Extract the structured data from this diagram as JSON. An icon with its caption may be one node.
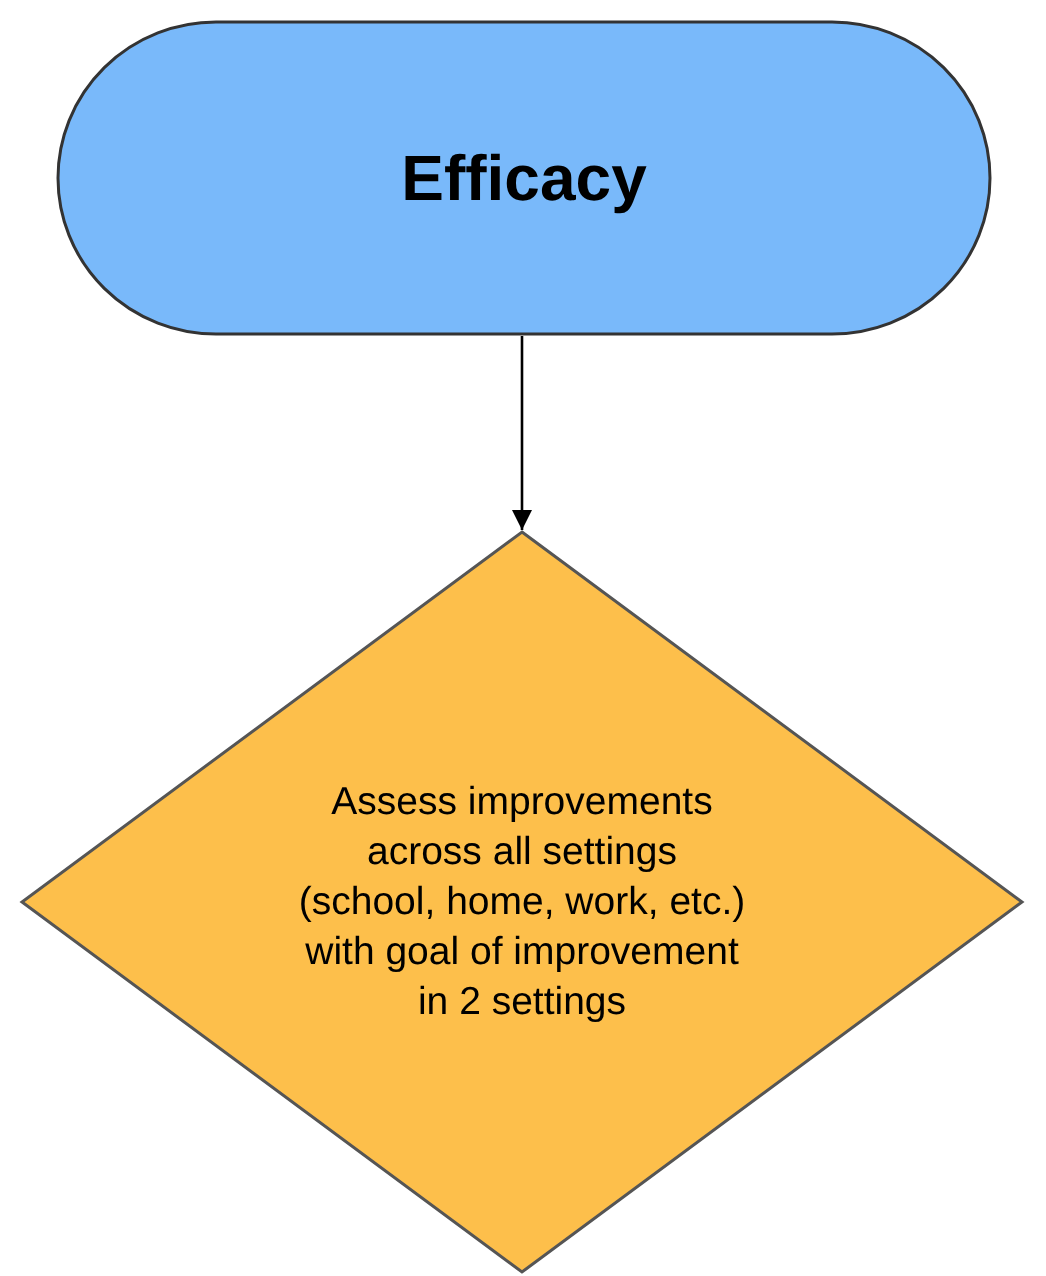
{
  "diagram": {
    "nodes": [
      {
        "text": [
          "Efficacy"
        ]
      },
      {
        "text": [
          "Assess improvements across all settings (school, home, work, etc.) with goal of improvement in 2 settings"
        ]
      }
    ],
    "edges": [
      {
        "from": 0,
        "to": 1,
        "arrow": "to"
      }
    ]
  }
}
